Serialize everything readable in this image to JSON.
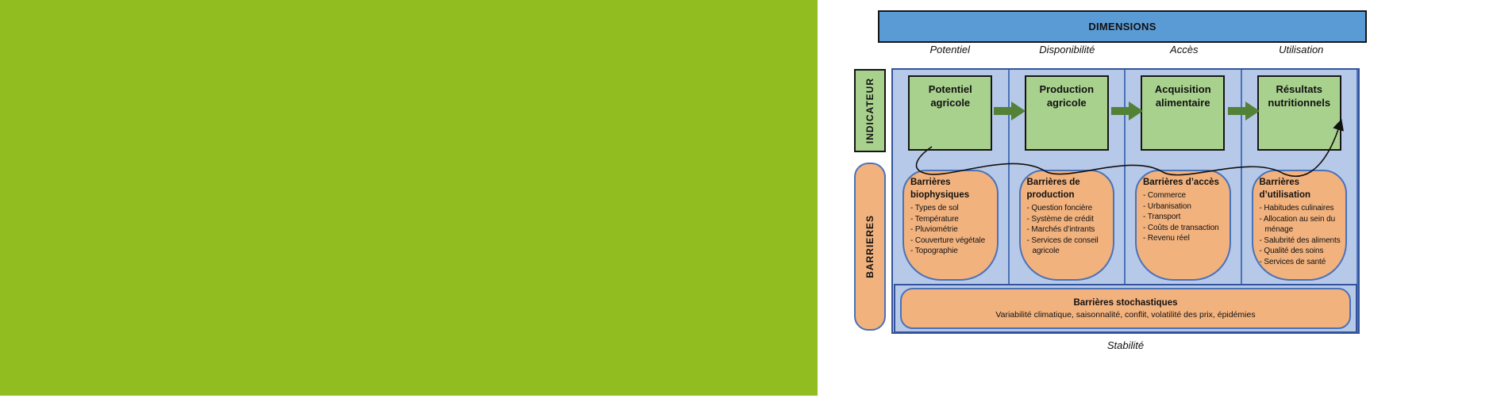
{
  "colors": {
    "left_panel_green": "#92bd20",
    "header_blue": "#5b9bd5",
    "panel_blue": "#b7c9e8",
    "panel_border_blue": "#33549c",
    "divider_blue": "#4a72b8",
    "indicator_green": "#a9d18e",
    "flow_arrow_green": "#538135",
    "barrier_orange": "#f2b27e"
  },
  "diagram": {
    "header_title": "DIMENSIONS",
    "dimension_labels": [
      "Potentiel",
      "Disponibilité",
      "Accès",
      "Utilisation"
    ],
    "row_labels": {
      "indicator": "INDICATEUR",
      "barriers": "BARRIERES"
    },
    "indicators": [
      "Potentiel agricole",
      "Production agricole",
      "Acquisition alimentaire",
      "Résultats nutritionnels"
    ],
    "barriers": [
      {
        "title": "Barrières biophysiques",
        "items": [
          "- Types de sol",
          "- Température",
          "- Pluviométrie",
          "- Couverture végétale",
          "- Topographie"
        ]
      },
      {
        "title": "Barrières de production",
        "items": [
          "- Question foncière",
          "- Système de crédit",
          "- Marchés d’intrants",
          "- Services de conseil agricole"
        ]
      },
      {
        "title": "Barrières d’accès",
        "items": [
          "- Commerce",
          "- Urbanisation",
          "- Transport",
          "- Coûts de transaction",
          "- Revenu réel"
        ]
      },
      {
        "title": "Barrières d’utilisation",
        "items": [
          "- Habitudes culinaires",
          "- Allocation au sein du ménage",
          "- Salubrité des aliments",
          "- Qualité des soins",
          "- Services de santé"
        ]
      }
    ],
    "stochastic_title": "Barrières stochastiques",
    "stochastic_subtitle": "Variabilité climatique, saisonnalité, conflit, volatilité des prix, épidémies",
    "stability_label": "Stabilité"
  }
}
